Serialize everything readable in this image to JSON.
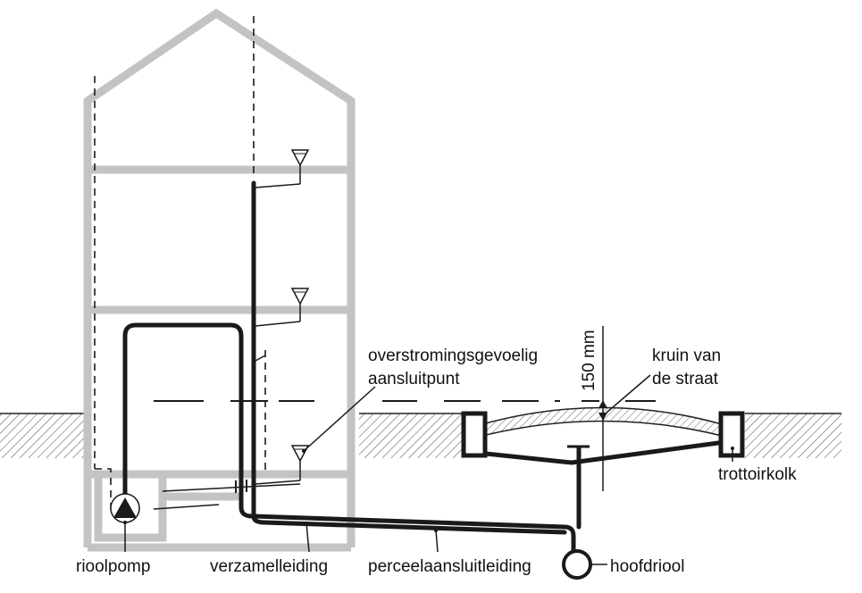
{
  "labels": {
    "overstroming_line1": "overstromingsgevoelig",
    "overstroming_line2": "aansluitpunt",
    "mm": "150 mm",
    "kruin_line1": "kruin van",
    "kruin_line2": "de straat",
    "trottoirkolk": "trottoirkolk",
    "rioolpomp": "rioolpomp",
    "verzamelleiding": "verzamelleiding",
    "perceelaansluitleiding": "perceelaansluitleiding",
    "hoofdriool": "hoofdriool"
  },
  "colors": {
    "house_wall": "#c3c3c3",
    "pipe": "#1a1a1a",
    "ground_hatch": "#555555"
  }
}
